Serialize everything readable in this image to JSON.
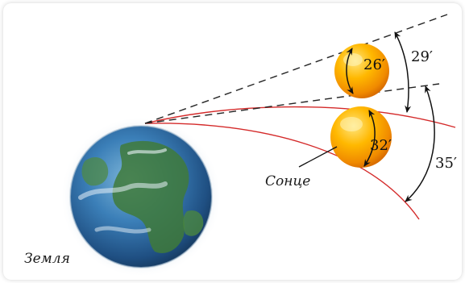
{
  "labels": {
    "earth": "Земля",
    "sun": "Сонце",
    "angle_sun_far": "26′",
    "angle_sun_near": "32′",
    "angle_moon_far": "29′",
    "angle_moon_near": "35′"
  },
  "colors": {
    "orbit_lines": "#d42a2a",
    "sight_lines": "#222222",
    "sun_core": "#f6a400",
    "earth_ocean": "#2d6ca8"
  }
}
